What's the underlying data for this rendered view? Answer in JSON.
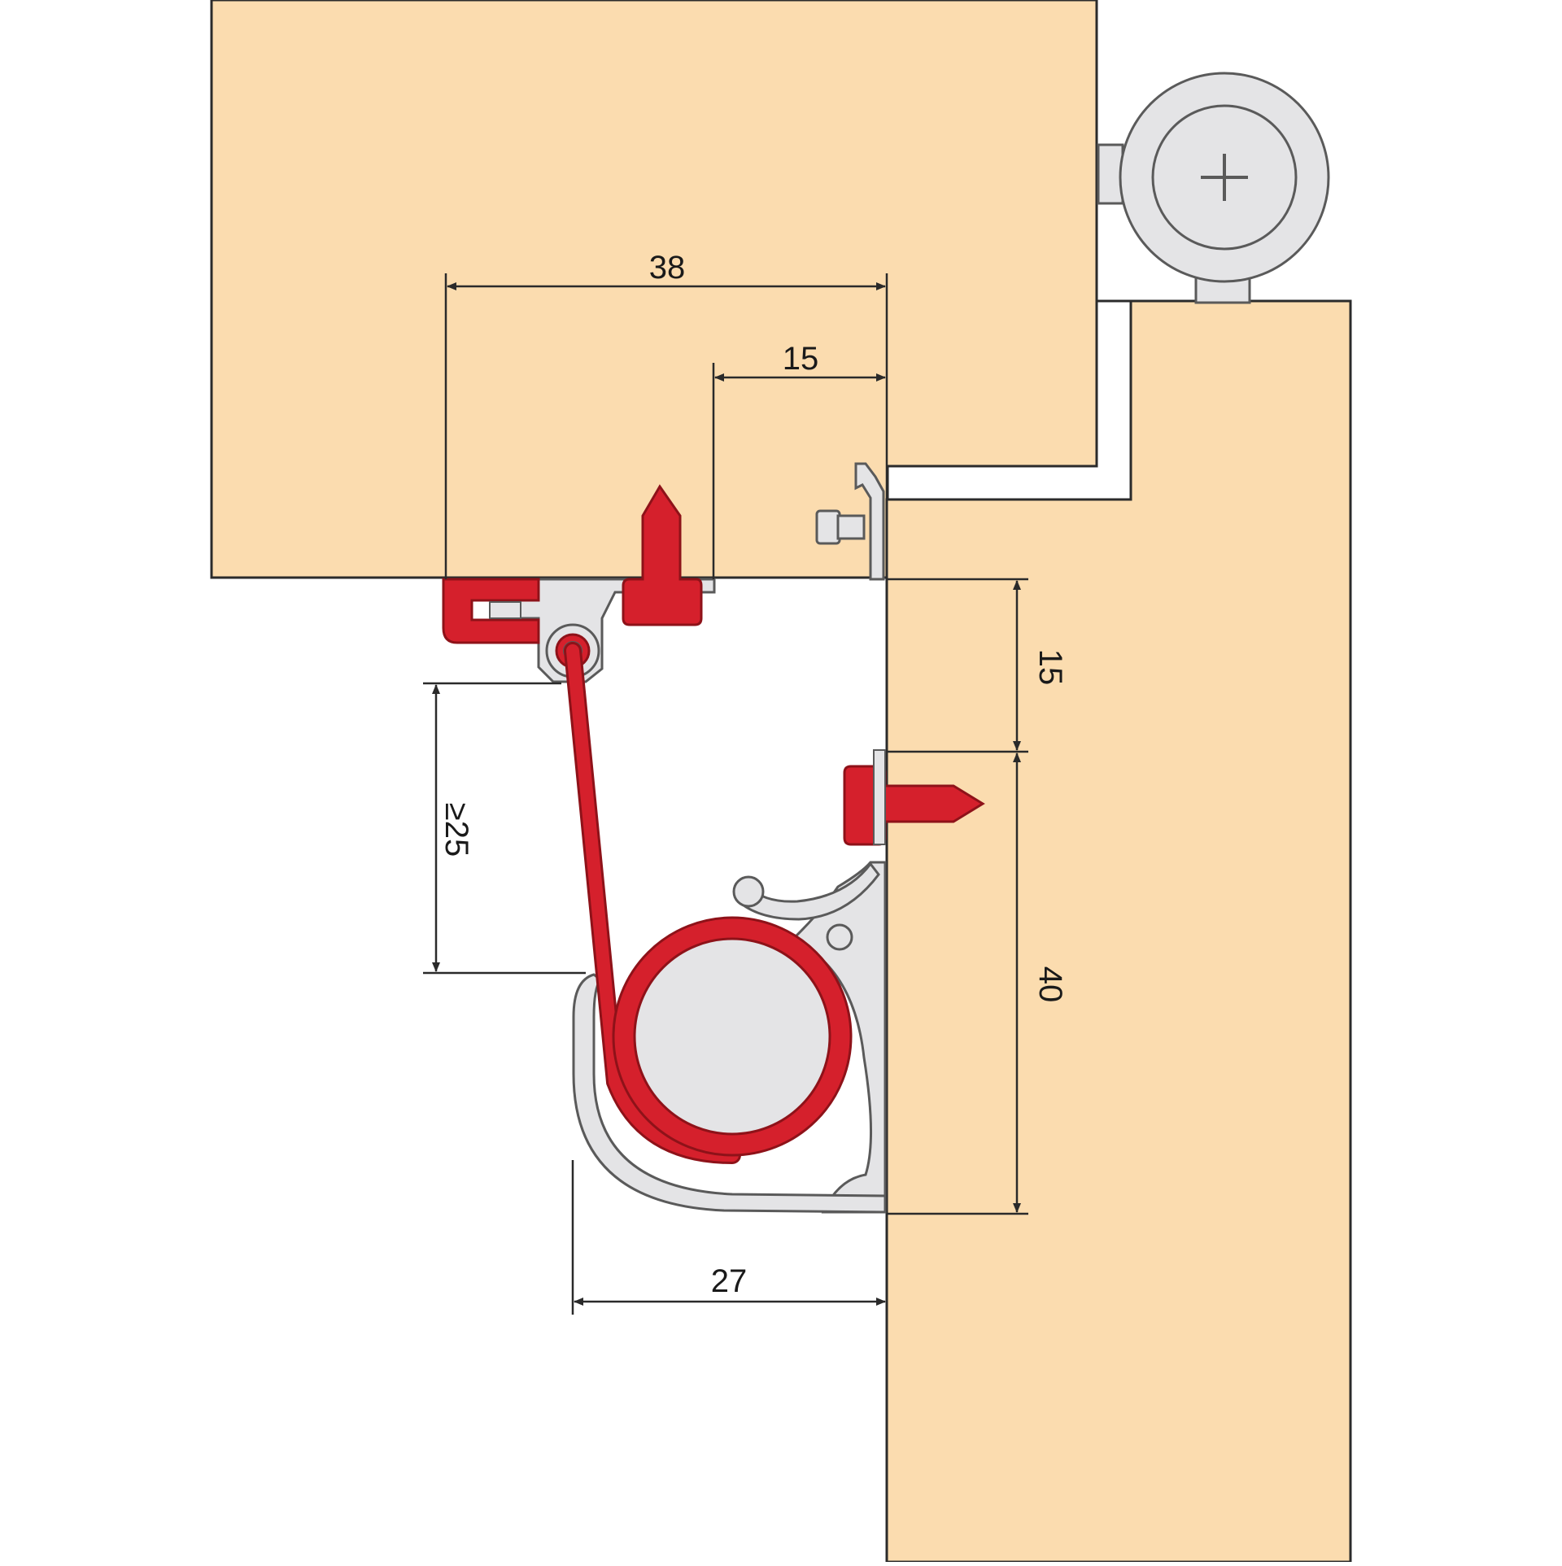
{
  "colors": {
    "wood": "#fbdcaf",
    "wood_edge": "#2b2b2b",
    "red": "#d5202c",
    "red_dark": "#8e1219",
    "grey": "#e4e4e6",
    "grey_dark": "#5a5a5a",
    "dimension": "#2a2a2a"
  },
  "dimensions": {
    "top_width": "38",
    "top_offset": "15",
    "side_offset": "15",
    "side_height": "40",
    "min_gap": "≥25",
    "bottom_width": "27"
  }
}
